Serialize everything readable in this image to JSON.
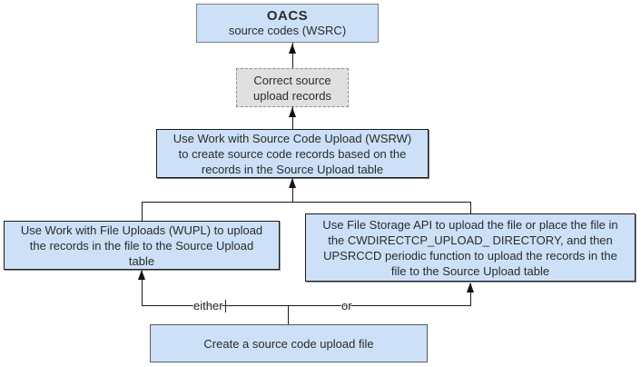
{
  "diagram": {
    "title_hint": "Source code upload flow",
    "colors": {
      "background": "#ffffff",
      "box_fill": "#cce1f8",
      "note_fill": "#e0e0e0",
      "line": "#1a1a1a",
      "text": "#2b2b2b"
    },
    "nodes": {
      "oacs": {
        "title": "OACS",
        "subtitle": "source codes (WSRC)"
      },
      "correct": {
        "text": "Correct source\nupload records"
      },
      "wsrw": {
        "text": "Use Work with Source Code Upload (WSRW)\nto create source code records based on the\nrecords in the Source Upload table"
      },
      "wupl": {
        "text": "Use Work with File Uploads (WUPL) to upload\nthe records in the file to the Source Upload\ntable"
      },
      "file_storage": {
        "text": "Use File Storage API to upload the file or place the file in\nthe CWDIRECTCP_UPLOAD_ DIRECTORY, and then\nUPSRCCD periodic function to upload the records in the\nfile to the Source Upload table"
      },
      "create_file": {
        "text": "Create a source code upload file"
      }
    },
    "edge_labels": {
      "either": "either",
      "or": "or"
    }
  }
}
